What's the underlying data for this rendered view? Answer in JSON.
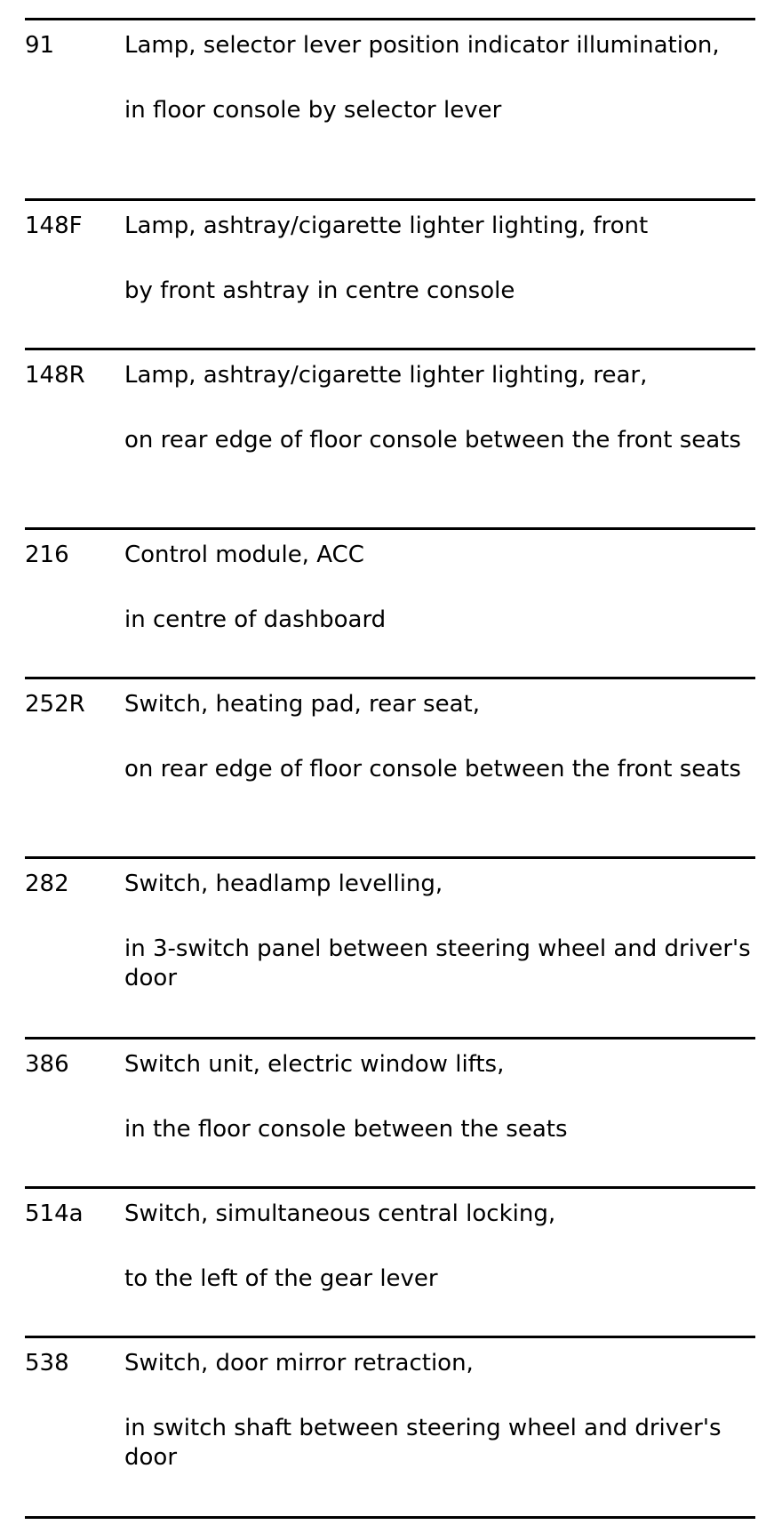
{
  "rows": [
    {
      "ref": "91",
      "description": "Lamp, selector lever position indicator illumination,",
      "location": "in floor console by selector lever"
    },
    {
      "ref": "148F",
      "description": "Lamp, ashtray/cigarette lighter lighting, front",
      "location": "by front ashtray in centre console"
    },
    {
      "ref": "148R",
      "description": "Lamp, ashtray/cigarette lighter lighting, rear,",
      "location": "on rear edge of floor console between the front seats"
    },
    {
      "ref": "216",
      "description": "Control module, ACC",
      "location": "in centre of dashboard"
    },
    {
      "ref": "252R",
      "description": "Switch, heating pad, rear seat,",
      "location": "on rear edge of floor console between the front seats"
    },
    {
      "ref": "282",
      "description": "Switch, headlamp levelling,",
      "location": "in 3-switch panel between steering wheel and driver's door"
    },
    {
      "ref": "386",
      "description": "Switch unit, electric window lifts,",
      "location": "in the floor console between the seats"
    },
    {
      "ref": "514a",
      "description": "Switch, simultaneous central locking,",
      "location": "to the left of the gear lever"
    },
    {
      "ref": "538",
      "description": "Switch, door mirror retraction,",
      "location": "in switch shaft between steering wheel and driver's door"
    }
  ]
}
